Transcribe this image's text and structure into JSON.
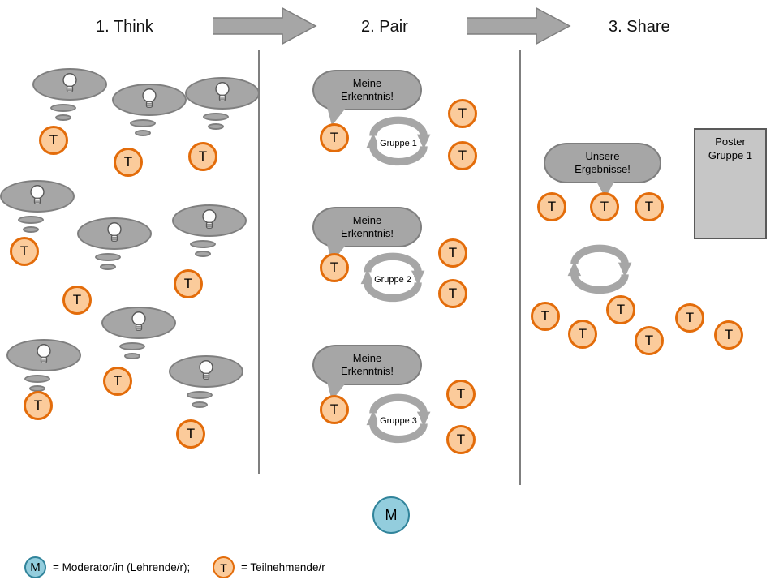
{
  "headers": {
    "think": "1. Think",
    "pair": "2. Pair",
    "share": "3. Share"
  },
  "labels": {
    "participant": "T",
    "moderator": "M"
  },
  "pair_column": {
    "groups": [
      {
        "bubble": "Meine Erkenntnis!",
        "name": "Gruppe 1"
      },
      {
        "bubble": "Meine Erkenntnis!",
        "name": "Gruppe 2"
      },
      {
        "bubble": "Meine Erkenntnis!",
        "name": "Gruppe 3"
      }
    ]
  },
  "share_column": {
    "bubble": "Unsere Ergebnisse!",
    "poster": "Poster Gruppe 1"
  },
  "legend": {
    "moderator_symbol": "M",
    "moderator_text": "= Moderator/in (Lehrende/r);",
    "participant_symbol": "T",
    "participant_text": "= Teilnehmende/r"
  },
  "colors": {
    "participant_fill": "#FBCB9B",
    "participant_border": "#E36C0A",
    "bubble_gray": "#A6A6A6",
    "gray_border": "#7F7F7F",
    "moderator_fill": "#93CDDD",
    "moderator_border": "#31849B",
    "poster_fill": "#C6C6C6",
    "poster_border": "#595959"
  }
}
